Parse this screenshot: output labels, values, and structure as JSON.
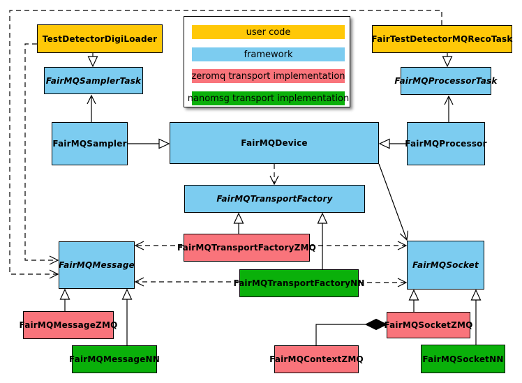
{
  "colors": {
    "user_code": "#ffc808",
    "framework": "#7cccf0",
    "zeromq": "#f9747b",
    "nanomsg": "#0ab00a",
    "line": "#000000",
    "background": "#ffffff"
  },
  "legend": {
    "items": [
      {
        "label": "user code",
        "category": "user_code"
      },
      {
        "label": "framework",
        "category": "framework"
      },
      {
        "label": "zeromq transport implementation",
        "category": "zeromq"
      },
      {
        "label": "nanomsg transport implementation",
        "category": "nanomsg"
      }
    ]
  },
  "nodes": {
    "testDetectorDigiLoader": {
      "label": "TestDetectorDigiLoader",
      "category": "user_code",
      "abstract": false
    },
    "fairTestDetectorMQRecoTask": {
      "label": "FairTestDetectorMQRecoTask",
      "category": "user_code",
      "abstract": false
    },
    "fairMQSamplerTask": {
      "label": "FairMQSamplerTask",
      "category": "framework",
      "abstract": true
    },
    "fairMQProcessorTask": {
      "label": "FairMQProcessorTask",
      "category": "framework",
      "abstract": true
    },
    "fairMQSampler": {
      "label": "FairMQSampler",
      "category": "framework",
      "abstract": false
    },
    "fairMQDevice": {
      "label": "FairMQDevice",
      "category": "framework",
      "abstract": false
    },
    "fairMQProcessor": {
      "label": "FairMQProcessor",
      "category": "framework",
      "abstract": false
    },
    "fairMQTransportFactory": {
      "label": "FairMQTransportFactory",
      "category": "framework",
      "abstract": true
    },
    "fairMQTransportFactoryZMQ": {
      "label": "FairMQTransportFactoryZMQ",
      "category": "zeromq",
      "abstract": false
    },
    "fairMQTransportFactoryNN": {
      "label": "FairMQTransportFactoryNN",
      "category": "nanomsg",
      "abstract": false
    },
    "fairMQMessage": {
      "label": "FairMQMessage",
      "category": "framework",
      "abstract": true
    },
    "fairMQSocket": {
      "label": "FairMQSocket",
      "category": "framework",
      "abstract": true
    },
    "fairMQMessageZMQ": {
      "label": "FairMQMessageZMQ",
      "category": "zeromq",
      "abstract": false
    },
    "fairMQMessageNN": {
      "label": "FairMQMessageNN",
      "category": "nanomsg",
      "abstract": false
    },
    "fairMQSocketZMQ": {
      "label": "FairMQSocketZMQ",
      "category": "zeromq",
      "abstract": false
    },
    "fairMQSocketNN": {
      "label": "FairMQSocketNN",
      "category": "nanomsg",
      "abstract": false
    },
    "fairMQContextZMQ": {
      "label": "FairMQContextZMQ",
      "category": "zeromq",
      "abstract": false
    }
  },
  "edges": [
    {
      "source": "testDetectorDigiLoader",
      "target": "fairMQSamplerTask",
      "line": "solid",
      "head": "hollow-triangle"
    },
    {
      "source": "fairTestDetectorMQRecoTask",
      "target": "fairMQProcessorTask",
      "line": "solid",
      "head": "hollow-triangle"
    },
    {
      "source": "fairMQSampler",
      "target": "fairMQDevice",
      "line": "solid",
      "head": "hollow-triangle"
    },
    {
      "source": "fairMQProcessor",
      "target": "fairMQDevice",
      "line": "solid",
      "head": "hollow-triangle"
    },
    {
      "source": "fairMQSampler",
      "target": "fairMQSamplerTask",
      "line": "solid",
      "head": "open-arrow"
    },
    {
      "source": "fairMQProcessor",
      "target": "fairMQProcessorTask",
      "line": "solid",
      "head": "open-arrow"
    },
    {
      "source": "fairMQDevice",
      "target": "fairMQTransportFactory",
      "line": "dashed",
      "head": "open-arrow"
    },
    {
      "source": "fairMQDevice",
      "target": "fairMQSocket",
      "line": "solid",
      "head": "open-arrow"
    },
    {
      "source": "fairMQTransportFactoryZMQ",
      "target": "fairMQTransportFactory",
      "line": "solid",
      "head": "hollow-triangle"
    },
    {
      "source": "fairMQTransportFactoryNN",
      "target": "fairMQTransportFactory",
      "line": "solid",
      "head": "hollow-triangle"
    },
    {
      "source": "fairMQTransportFactoryZMQ",
      "target": "fairMQMessage",
      "line": "dashed",
      "head": "open-arrow"
    },
    {
      "source": "fairMQTransportFactoryZMQ",
      "target": "fairMQSocket",
      "line": "dashed",
      "head": "open-arrow"
    },
    {
      "source": "fairMQTransportFactoryNN",
      "target": "fairMQMessage",
      "line": "dashed",
      "head": "open-arrow"
    },
    {
      "source": "fairMQTransportFactoryNN",
      "target": "fairMQSocket",
      "line": "dashed",
      "head": "open-arrow"
    },
    {
      "source": "testDetectorDigiLoader",
      "target": "fairMQMessage",
      "line": "dashed",
      "head": "open-arrow"
    },
    {
      "source": "fairTestDetectorMQRecoTask",
      "target": "fairMQMessage",
      "line": "dashed",
      "head": "open-arrow"
    },
    {
      "source": "fairMQMessageZMQ",
      "target": "fairMQMessage",
      "line": "solid",
      "head": "hollow-triangle"
    },
    {
      "source": "fairMQMessageNN",
      "target": "fairMQMessage",
      "line": "solid",
      "head": "hollow-triangle"
    },
    {
      "source": "fairMQSocketZMQ",
      "target": "fairMQSocket",
      "line": "solid",
      "head": "hollow-triangle"
    },
    {
      "source": "fairMQSocketNN",
      "target": "fairMQSocket",
      "line": "solid",
      "head": "hollow-triangle"
    },
    {
      "source": "fairMQContextZMQ",
      "target": "fairMQSocketZMQ",
      "line": "solid",
      "head": "filled-diamond"
    }
  ]
}
